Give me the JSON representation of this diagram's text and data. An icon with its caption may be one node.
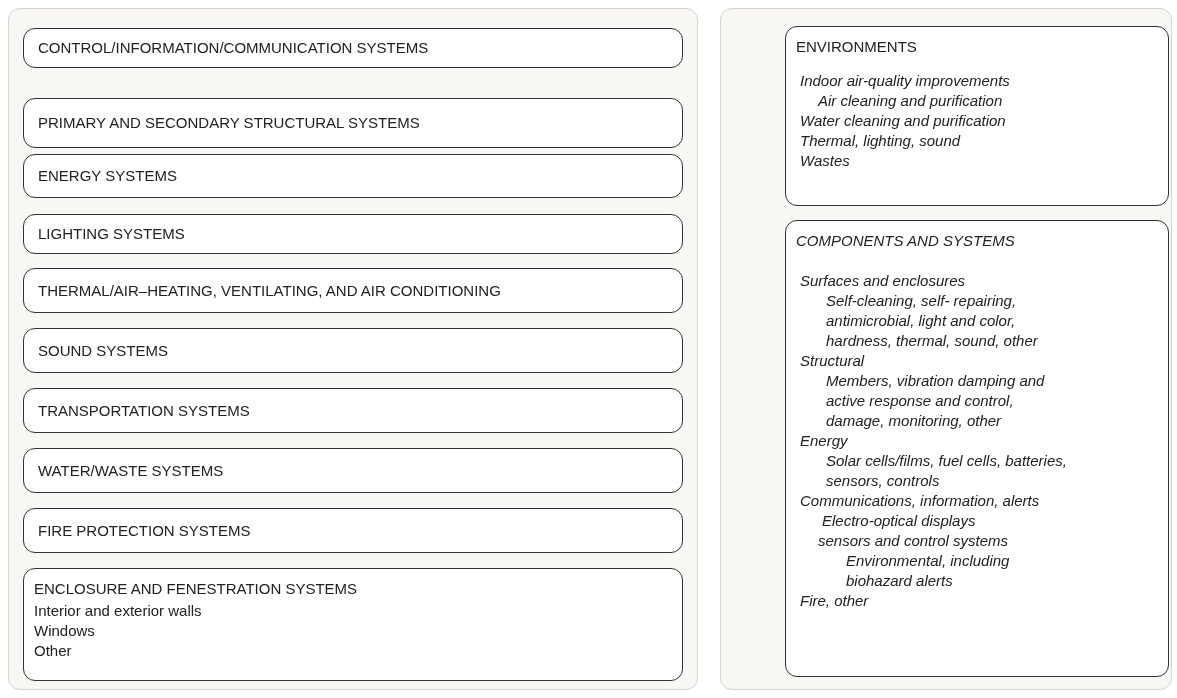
{
  "diagram": {
    "nodes": [
      {
        "text": [],
        "shape": "box"
      },
      {
        "text": [
          "CONTROL/INFORMATION/COMMUNICATION SYSTEMS"
        ],
        "in": 0
      },
      {
        "text": [
          "PRIMARY AND SECONDARY STRUCTURAL SYSTEMS"
        ],
        "in": 0
      },
      {
        "text": [
          "ENERGY SYSTEMS"
        ],
        "in": 0
      },
      {
        "text": [
          "LIGHTING SYSTEMS"
        ],
        "in": 0
      },
      {
        "text": [
          "THERMAL/AIR–HEATING, VENTILATING, AND AIR CONDITIONING"
        ],
        "in": 0
      },
      {
        "text": [
          "SOUND SYSTEMS"
        ],
        "in": 0
      },
      {
        "text": [
          "TRANSPORTATION SYSTEMS"
        ],
        "in": 0
      },
      {
        "text": [
          "WATER/WASTE SYSTEMS"
        ],
        "in": 0
      },
      {
        "text": [
          "FIRE PROTECTION SYSTEMS"
        ],
        "in": 0
      },
      {
        "text": [
          "ENCLOSURE AND FENESTRATION SYSTEMS",
          "Interior and exterior walls",
          "Windows",
          "Other"
        ],
        "in": 0
      },
      {
        "text": [],
        "shape": "box"
      },
      {
        "text": [
          "ENVIRONMENTS",
          "Indoor air-quality improvements",
          "Air cleaning and purification",
          "Water cleaning and purification",
          "Thermal, lighting, sound",
          "Wastes"
        ],
        "in": 11
      },
      {
        "text": [
          "COMPONENTS AND SYSTEMS",
          "Surfaces and enclosures",
          "Self-cleaning, self- repairing, antimicrobial, light and color, hardness, thermal, sound, other",
          "Structural",
          "Members, vibration damping and active response and control, damage, monitoring, other",
          "Energy",
          "Solar cells/films, fuel cells, batteries, sensors, controls",
          "Communications, information, alerts",
          "Electro-optical displays",
          "sensors and control systems",
          "Environmental, including biohazard alerts",
          "Fire, other"
        ],
        "in": 11
      }
    ],
    "edges": []
  }
}
